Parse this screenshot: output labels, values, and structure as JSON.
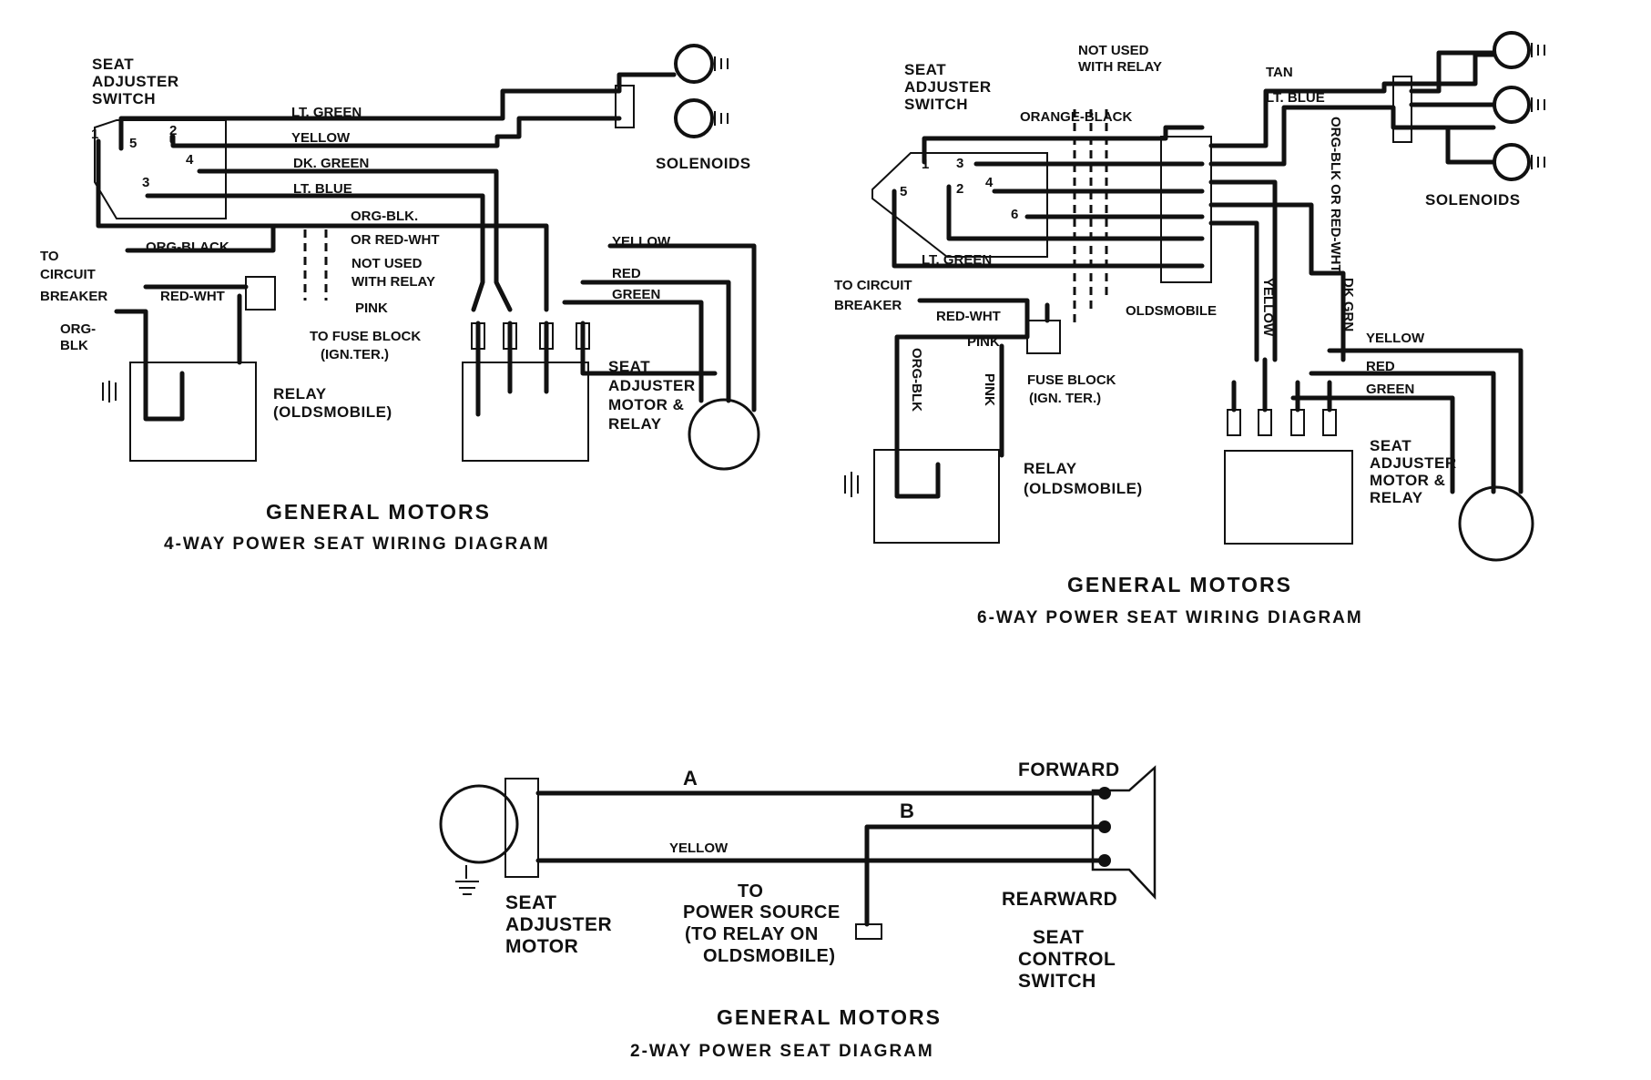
{
  "diagram_4way": {
    "title": "GENERAL MOTORS",
    "subtitle": "4-WAY POWER SEAT WIRING DIAGRAM",
    "switch_label": [
      "SEAT",
      "ADJUSTER",
      "SWITCH"
    ],
    "terminals": [
      "1",
      "5",
      "2",
      "4",
      "3"
    ],
    "wires": {
      "lt_green": "LT. GREEN",
      "yellow": "YELLOW",
      "dk_green": "DK. GREEN",
      "lt_blue": "LT. BLUE",
      "org_blk": "ORG-BLK.",
      "or_red_wht": "OR RED-WHT",
      "not_used": [
        "NOT USED",
        "WITH RELAY"
      ],
      "org_black": "ORG-BLACK",
      "to_circuit_breaker": [
        "TO",
        "CIRCUIT",
        "BREAKER"
      ],
      "org_blk_short": [
        "ORG-",
        "BLK"
      ],
      "red_wht": "RED-WHT",
      "pink": "PINK",
      "to_fuse_block": [
        "TO FUSE BLOCK",
        "(IGN.TER.)"
      ],
      "yellow_motor": "YELLOW",
      "red": "RED",
      "green": "GREEN"
    },
    "solenoids": "SOLENOIDS",
    "relay": [
      "RELAY",
      "(OLDSMOBILE)"
    ],
    "motor": [
      "SEAT",
      "ADJUSTER",
      "MOTOR &",
      "RELAY"
    ]
  },
  "diagram_6way": {
    "title": "GENERAL MOTORS",
    "subtitle": "6-WAY POWER SEAT WIRING DIAGRAM",
    "switch_label": [
      "SEAT",
      "ADJUSTER",
      "SWITCH"
    ],
    "terminals": [
      "1",
      "3",
      "5",
      "2",
      "4",
      "6"
    ],
    "wires": {
      "not_used": [
        "NOT USED",
        "WITH RELAY"
      ],
      "orange_black": "ORANGE-BLACK",
      "tan": "TAN",
      "lt_blue": "LT. BLUE",
      "org_blk_or_red_wht": "ORG-BLK OR RED-WHT",
      "lt_green": "LT. GREEN",
      "to_circuit_breaker": [
        "TO CIRCUIT",
        "BREAKER"
      ],
      "red_wht": "RED-WHT",
      "oldsmobile": "OLDSMOBILE",
      "pink": "PINK",
      "org_blk": "ORG-BLK",
      "pink_v": "PINK",
      "fuse_block": [
        "FUSE BLOCK",
        "(IGN. TER.)"
      ],
      "yellow_v": "YELLOW",
      "dk_grn": "DK GRN",
      "yellow": "YELLOW",
      "red": "RED",
      "green": "GREEN"
    },
    "solenoids": "SOLENOIDS",
    "relay": [
      "RELAY",
      "(OLDSMOBILE)"
    ],
    "motor": [
      "SEAT",
      "ADJUSTER",
      "MOTOR &",
      "RELAY"
    ]
  },
  "diagram_2way": {
    "title": "GENERAL MOTORS",
    "subtitle": "2-WAY POWER SEAT DIAGRAM",
    "wire_a": "A",
    "wire_b": "B",
    "yellow": "YELLOW",
    "motor": [
      "SEAT",
      "ADJUSTER",
      "MOTOR"
    ],
    "power": [
      "TO",
      "POWER SOURCE",
      "(TO RELAY ON",
      "OLDSMOBILE)"
    ],
    "forward": "FORWARD",
    "rearward": "REARWARD",
    "switch": [
      "SEAT",
      "CONTROL",
      "SWITCH"
    ]
  }
}
